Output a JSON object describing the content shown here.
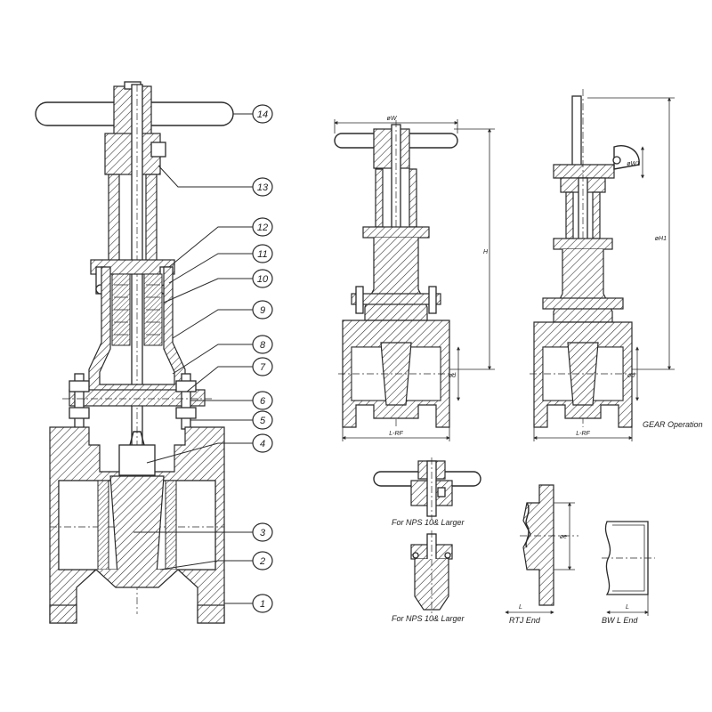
{
  "callouts": [
    {
      "id": "c14",
      "label": "14"
    },
    {
      "id": "c13",
      "label": "13"
    },
    {
      "id": "c12",
      "label": "12"
    },
    {
      "id": "c11",
      "label": "11"
    },
    {
      "id": "c10",
      "label": "10"
    },
    {
      "id": "c9",
      "label": "9"
    },
    {
      "id": "c8",
      "label": "8"
    },
    {
      "id": "c7",
      "label": "7"
    },
    {
      "id": "c6",
      "label": "6"
    },
    {
      "id": "c5",
      "label": "5"
    },
    {
      "id": "c4",
      "label": "4"
    },
    {
      "id": "c3",
      "label": "3"
    },
    {
      "id": "c2",
      "label": "2"
    },
    {
      "id": "c1",
      "label": "1"
    }
  ],
  "dimensions": {
    "handwheel_dia": "øW",
    "height": "H",
    "bore": "ød",
    "face_to_face": "L-RF",
    "gear_handwheel_dia": "øW1",
    "gear_height": "øH1",
    "gear_bore": "ød",
    "gear_face_to_face": "L-RF",
    "rtj_bore": "øe",
    "rtj_length": "L",
    "bw_length": "L"
  },
  "captions": {
    "gear_operation": "GEAR Operation",
    "nps_top": "For NPS 10& Larger",
    "nps_bottom": "For NPS 10& Larger",
    "rtj_end": "RTJ End",
    "bw_end": "BW L End"
  }
}
